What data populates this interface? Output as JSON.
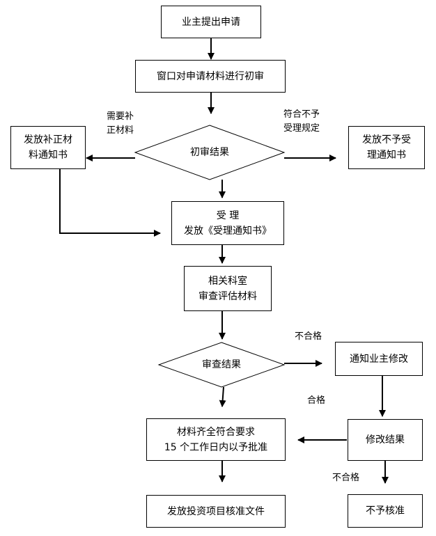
{
  "nodes": {
    "apply": "业主提出申请",
    "window_review": "窗口对申请材料进行初审",
    "initial_result": "初审结果",
    "issue_supplement": [
      "发放补正材",
      "料通知书"
    ],
    "issue_reject": [
      "发放不予受",
      "理通知书"
    ],
    "accept": [
      "受 理",
      "发放《受理通知书》"
    ],
    "dept_review": [
      "相关科室",
      "审查评估材料"
    ],
    "review_result": "审查结果",
    "notify_owner": "通知业主修改",
    "approve": [
      "材料齐全符合要求",
      "15 个工作日内以予批准"
    ],
    "modify_result": "修改结果",
    "issue_doc": "发放投资项目核准文件",
    "not_approved": "不予核准"
  },
  "labels": {
    "need_supplement": [
      "需要补",
      "正材料"
    ],
    "meets_reject": [
      "符合不予",
      "受理规定"
    ],
    "fail_1": "不合格",
    "pass": "合格",
    "fail_2": "不合格"
  }
}
